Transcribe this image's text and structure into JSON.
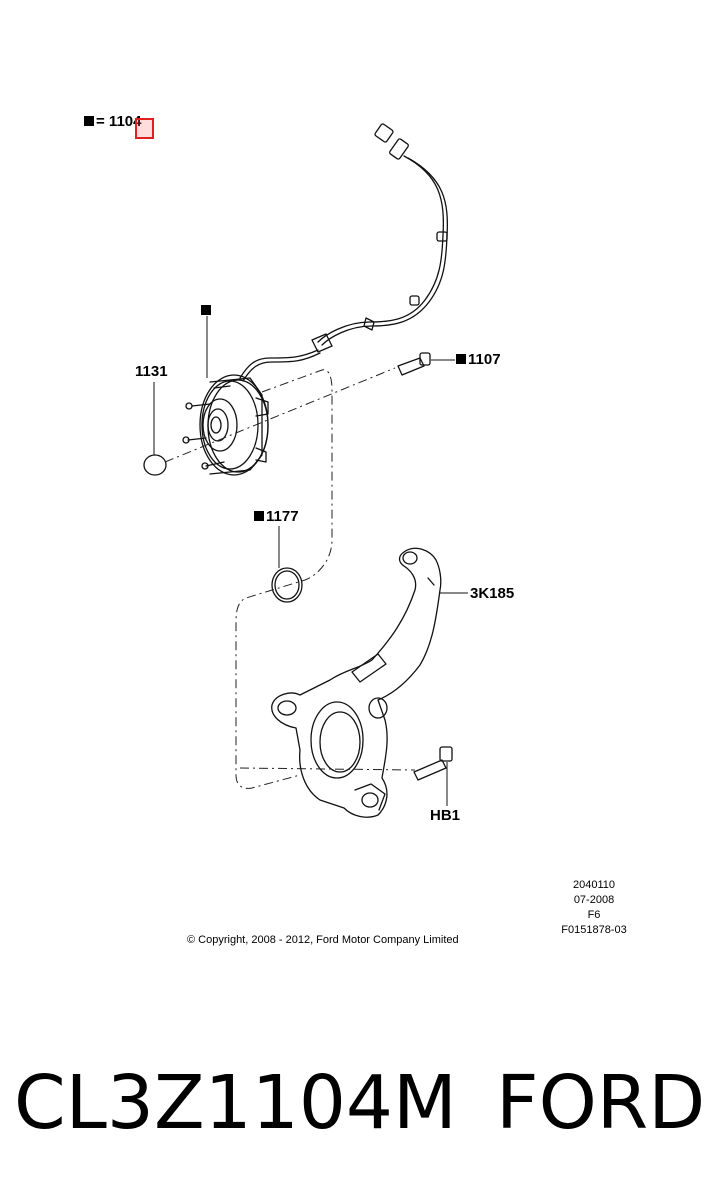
{
  "legend": {
    "equals_text": "= 1104"
  },
  "callouts": {
    "hub_marker": "",
    "c1131": "1131",
    "c1107": "1107",
    "c1177": "1177",
    "c3k185": "3K185",
    "hb1": "HB1"
  },
  "meta": {
    "line1": "2040110",
    "line2": "07-2008",
    "line3": "F6",
    "line4": "F0151878-03"
  },
  "copyright": "© Copyright, 2008 - 2012, Ford Motor Company Limited",
  "caption": {
    "part_number": "CL3Z1104M",
    "brand": "FORD"
  },
  "colors": {
    "highlight": "#e02020",
    "ink": "#000000"
  }
}
